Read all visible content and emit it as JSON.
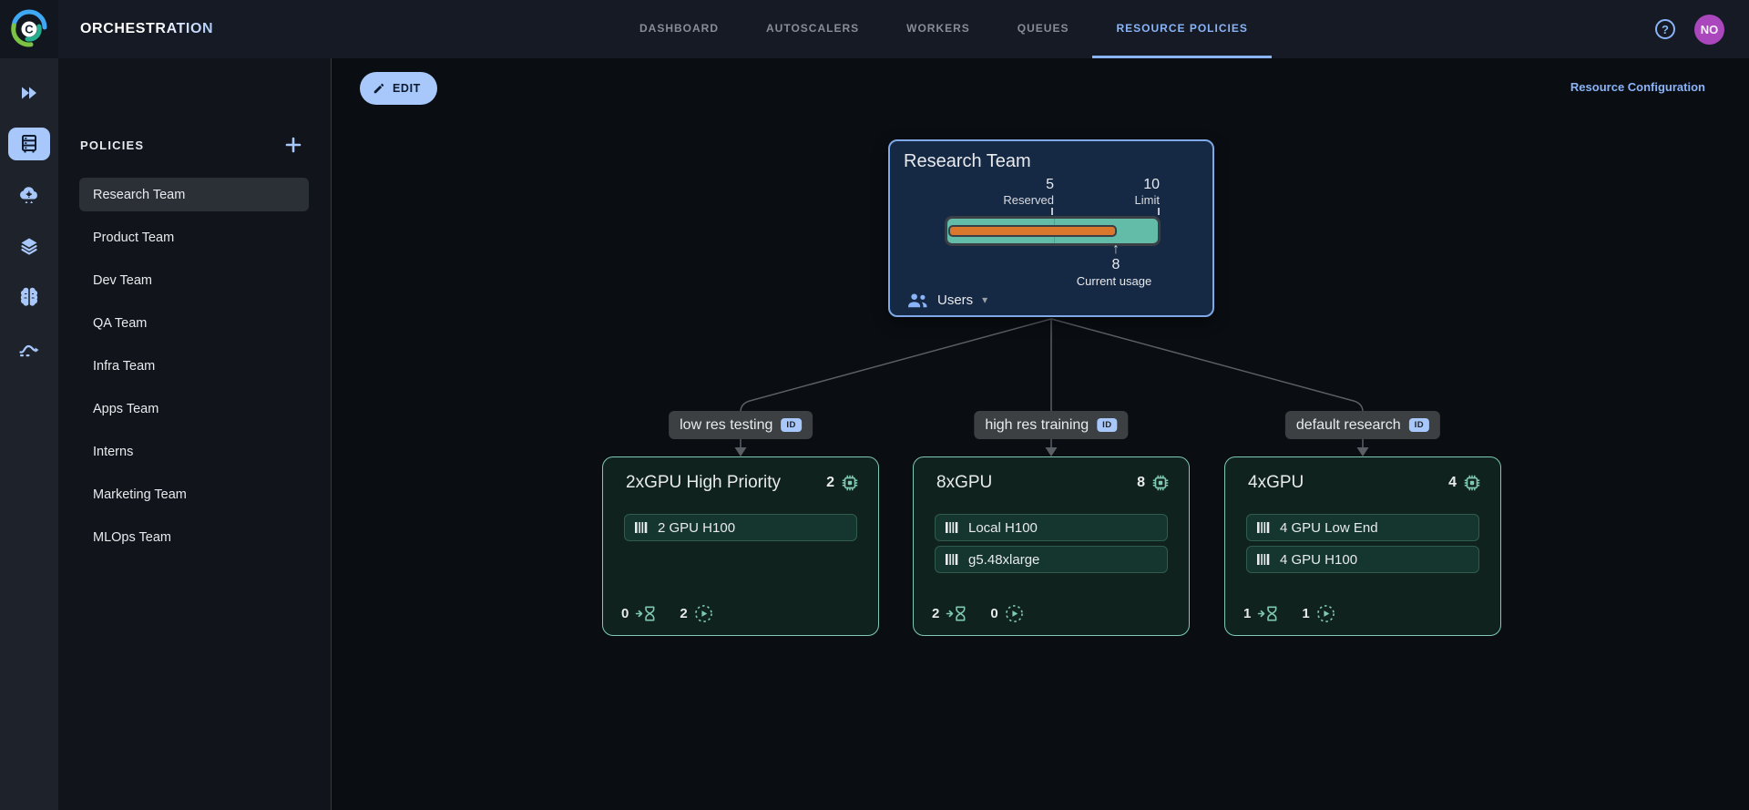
{
  "topbar": {
    "title": "ORCHESTRATION",
    "tabs": [
      {
        "label": "DASHBOARD"
      },
      {
        "label": "AUTOSCALERS"
      },
      {
        "label": "WORKERS"
      },
      {
        "label": "QUEUES"
      },
      {
        "label": "RESOURCE POLICIES"
      }
    ],
    "help_glyph": "?",
    "avatar_initials": "NO"
  },
  "rail": {
    "icons": [
      "fast-forward",
      "server-rack",
      "cloud-sync",
      "layers",
      "brain",
      "pipeline"
    ],
    "active_icon": "server-rack"
  },
  "sidebar": {
    "header": "POLICIES",
    "items": [
      "Research Team",
      "Product Team",
      "Dev Team",
      "QA Team",
      "Infra Team",
      "Apps Team",
      "Interns",
      "Marketing Team",
      "MLOps Team"
    ],
    "selected_item": "Research Team"
  },
  "toolbar": {
    "edit_label": "EDIT",
    "config_link": "Resource Configuration"
  },
  "tree": {
    "root": {
      "title": "Research Team",
      "reserved_value": "5",
      "reserved_label": "Reserved",
      "limit_value": "10",
      "limit_label": "Limit",
      "usage_arrow": "↑",
      "usage_value": "8",
      "usage_label": "Current usage",
      "users_label": "Users",
      "users_caret": "▾"
    },
    "children": [
      {
        "tag": "low res testing",
        "tag_badge": "ID",
        "title": "2xGPU High Priority",
        "gpu_count": "2",
        "resources": [
          "2 GPU H100"
        ],
        "pending_count": "0",
        "running_count": "2"
      },
      {
        "tag": "high res training",
        "tag_badge": "ID",
        "title": "8xGPU",
        "gpu_count": "8",
        "resources": [
          "Local H100",
          "g5.48xlarge"
        ],
        "pending_count": "2",
        "running_count": "0"
      },
      {
        "tag": "default research",
        "tag_badge": "ID",
        "title": "4xGPU",
        "gpu_count": "4",
        "resources": [
          "4 GPU Low End",
          "4 GPU H100"
        ],
        "pending_count": "1",
        "running_count": "1"
      }
    ]
  },
  "colors": {
    "accent_blue": "#A8C7FA",
    "tab_active_blue": "#8AB4F8",
    "node_border_blue": "#7EA8E6",
    "bar_teal": "#62BCA7",
    "bar_orange": "#D9782D",
    "card_border_mint": "#7FC9B4",
    "avatar_purple": "#AB47BC"
  }
}
